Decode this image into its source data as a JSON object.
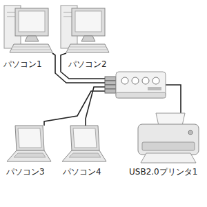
{
  "diagram": {
    "nodes": [
      {
        "text": [
          "パソコン1"
        ]
      },
      {
        "text": [
          "パソコン2"
        ]
      },
      {
        "text": [
          "パソコン3"
        ]
      },
      {
        "text": [
          "パソコン4"
        ]
      },
      {
        "text": [
          "USB2.0プリンタ1"
        ]
      }
    ]
  }
}
